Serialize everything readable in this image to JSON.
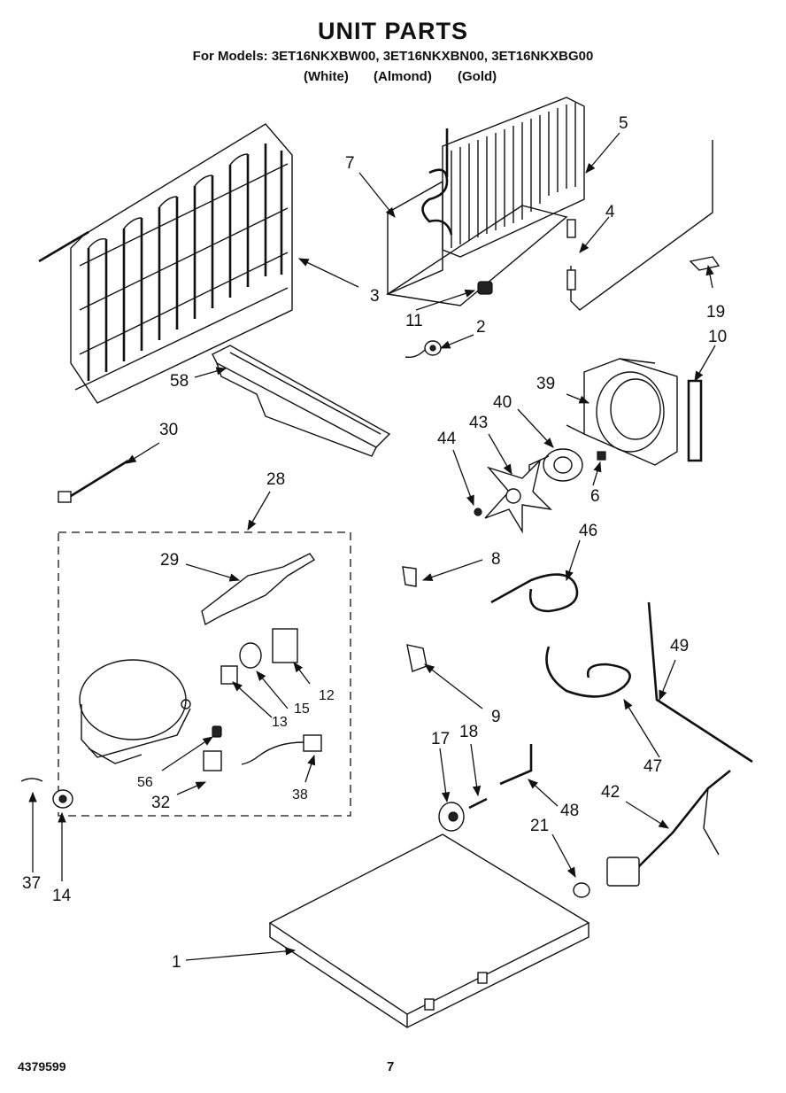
{
  "header": {
    "title": "UNIT PARTS",
    "models_line": "For Models: 3ET16NKXBW00, 3ET16NKXBN00, 3ET16NKXBG00",
    "variants": [
      "(White)",
      "(Almond)",
      "(Gold)"
    ]
  },
  "callouts": [
    {
      "id": "c1",
      "label": "1"
    },
    {
      "id": "c2",
      "label": "2"
    },
    {
      "id": "c3",
      "label": "3"
    },
    {
      "id": "c4",
      "label": "4"
    },
    {
      "id": "c5",
      "label": "5"
    },
    {
      "id": "c6",
      "label": "6"
    },
    {
      "id": "c7",
      "label": "7"
    },
    {
      "id": "c8",
      "label": "8"
    },
    {
      "id": "c9",
      "label": "9"
    },
    {
      "id": "c10",
      "label": "10"
    },
    {
      "id": "c11",
      "label": "11"
    },
    {
      "id": "c12",
      "label": "12"
    },
    {
      "id": "c13",
      "label": "13"
    },
    {
      "id": "c14",
      "label": "14"
    },
    {
      "id": "c15",
      "label": "15"
    },
    {
      "id": "c17",
      "label": "17"
    },
    {
      "id": "c18",
      "label": "18"
    },
    {
      "id": "c19",
      "label": "19"
    },
    {
      "id": "c21",
      "label": "21"
    },
    {
      "id": "c28",
      "label": "28"
    },
    {
      "id": "c29",
      "label": "29"
    },
    {
      "id": "c30",
      "label": "30"
    },
    {
      "id": "c32",
      "label": "32"
    },
    {
      "id": "c37",
      "label": "37"
    },
    {
      "id": "c38",
      "label": "38"
    },
    {
      "id": "c39",
      "label": "39"
    },
    {
      "id": "c40",
      "label": "40"
    },
    {
      "id": "c42",
      "label": "42"
    },
    {
      "id": "c43",
      "label": "43"
    },
    {
      "id": "c44",
      "label": "44"
    },
    {
      "id": "c46",
      "label": "46"
    },
    {
      "id": "c47",
      "label": "47"
    },
    {
      "id": "c48",
      "label": "48"
    },
    {
      "id": "c49",
      "label": "49"
    },
    {
      "id": "c56",
      "label": "56"
    },
    {
      "id": "c58",
      "label": "58"
    }
  ],
  "footer": {
    "doc_code": "4379599",
    "page": "7"
  }
}
